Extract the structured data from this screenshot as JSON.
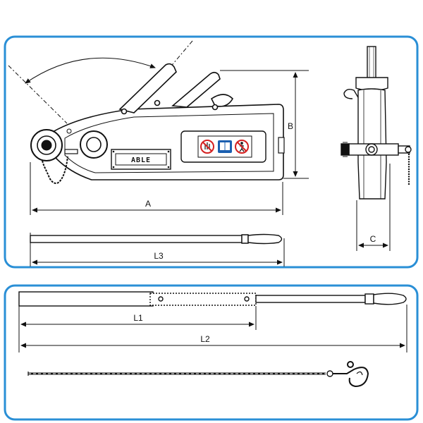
{
  "colors": {
    "frame": "#2a8fd6",
    "line": "#111111",
    "sign_red": "#d42020",
    "sign_blue": "#1b5fb0"
  },
  "labels": {
    "A": "A",
    "B": "B",
    "C": "C",
    "L3": "L3",
    "L1": "L1",
    "L2": "L2",
    "brand": "ABLE"
  },
  "safety_signs": [
    "no-hand-icon",
    "read-manual-icon",
    "no-person-icon"
  ]
}
